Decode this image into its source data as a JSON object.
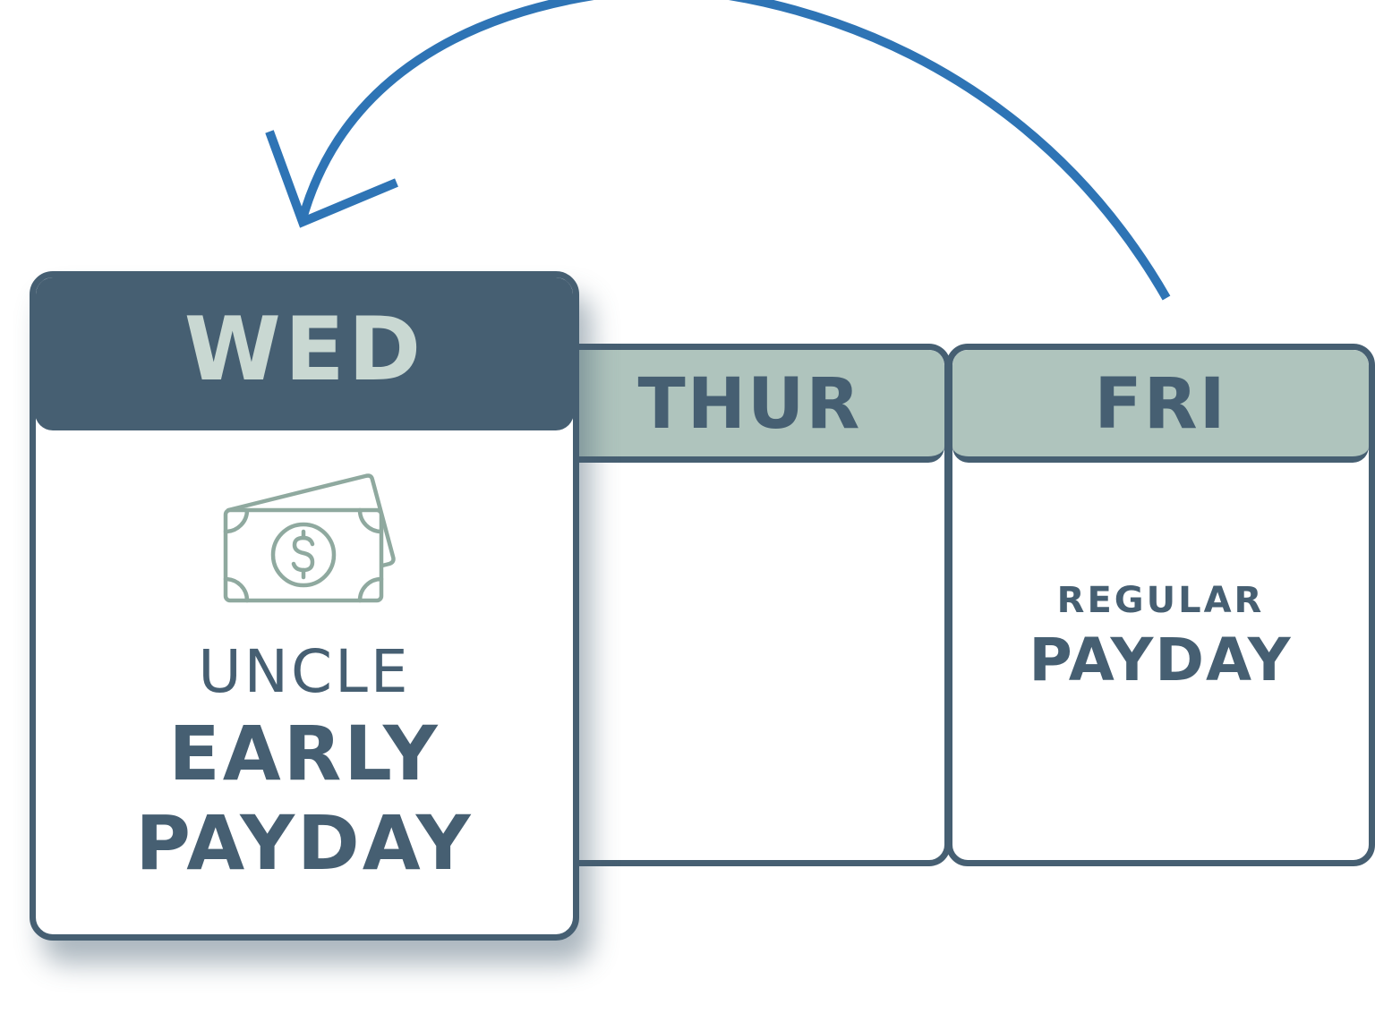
{
  "colors": {
    "slate": "#465f72",
    "sage": "#afc4bd",
    "sage_light": "#c9d8d2",
    "icon": "#8fa99f",
    "arrow": "#2e74b5"
  },
  "cards": {
    "wed": {
      "day": "WED",
      "icon": "money-bill-icon",
      "line1": "UNCLE",
      "line2": "EARLY",
      "line3": "PAYDAY"
    },
    "thur": {
      "day": "THUR"
    },
    "fri": {
      "day": "FRI",
      "line1": "REGULAR",
      "line2": "PAYDAY"
    }
  },
  "arrow": {
    "icon": "curved-arrow-icon",
    "direction": "from FRI to WED"
  }
}
